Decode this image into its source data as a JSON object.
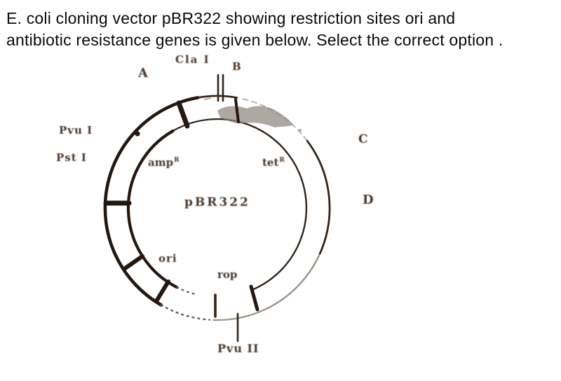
{
  "title": {
    "line1": "E. coli cloning vector pBR322 showing restriction sites ori and",
    "line2": "antibiotic resistance genes is given below. Select the correct option ."
  },
  "diagram": {
    "plasmid_name": "pBR322",
    "options": {
      "a": "A",
      "b": "B",
      "c": "C",
      "d": "D"
    },
    "restriction_sites": {
      "cla1": "Cla I",
      "pvu1": "Pvu I",
      "pst1": "Pst I",
      "pvu2": "Pvu II"
    },
    "genes": {
      "amp_base": "amp",
      "amp_sup": "R",
      "tet_base": "tet",
      "tet_sup": "R",
      "ori": "ori",
      "rop": "rop"
    },
    "colors": {
      "ink": "#33231a",
      "ink_bold": "#241710",
      "faded_gray": "#8d867d",
      "title_text": "#0a0a0a",
      "background": "#ffffff"
    }
  }
}
